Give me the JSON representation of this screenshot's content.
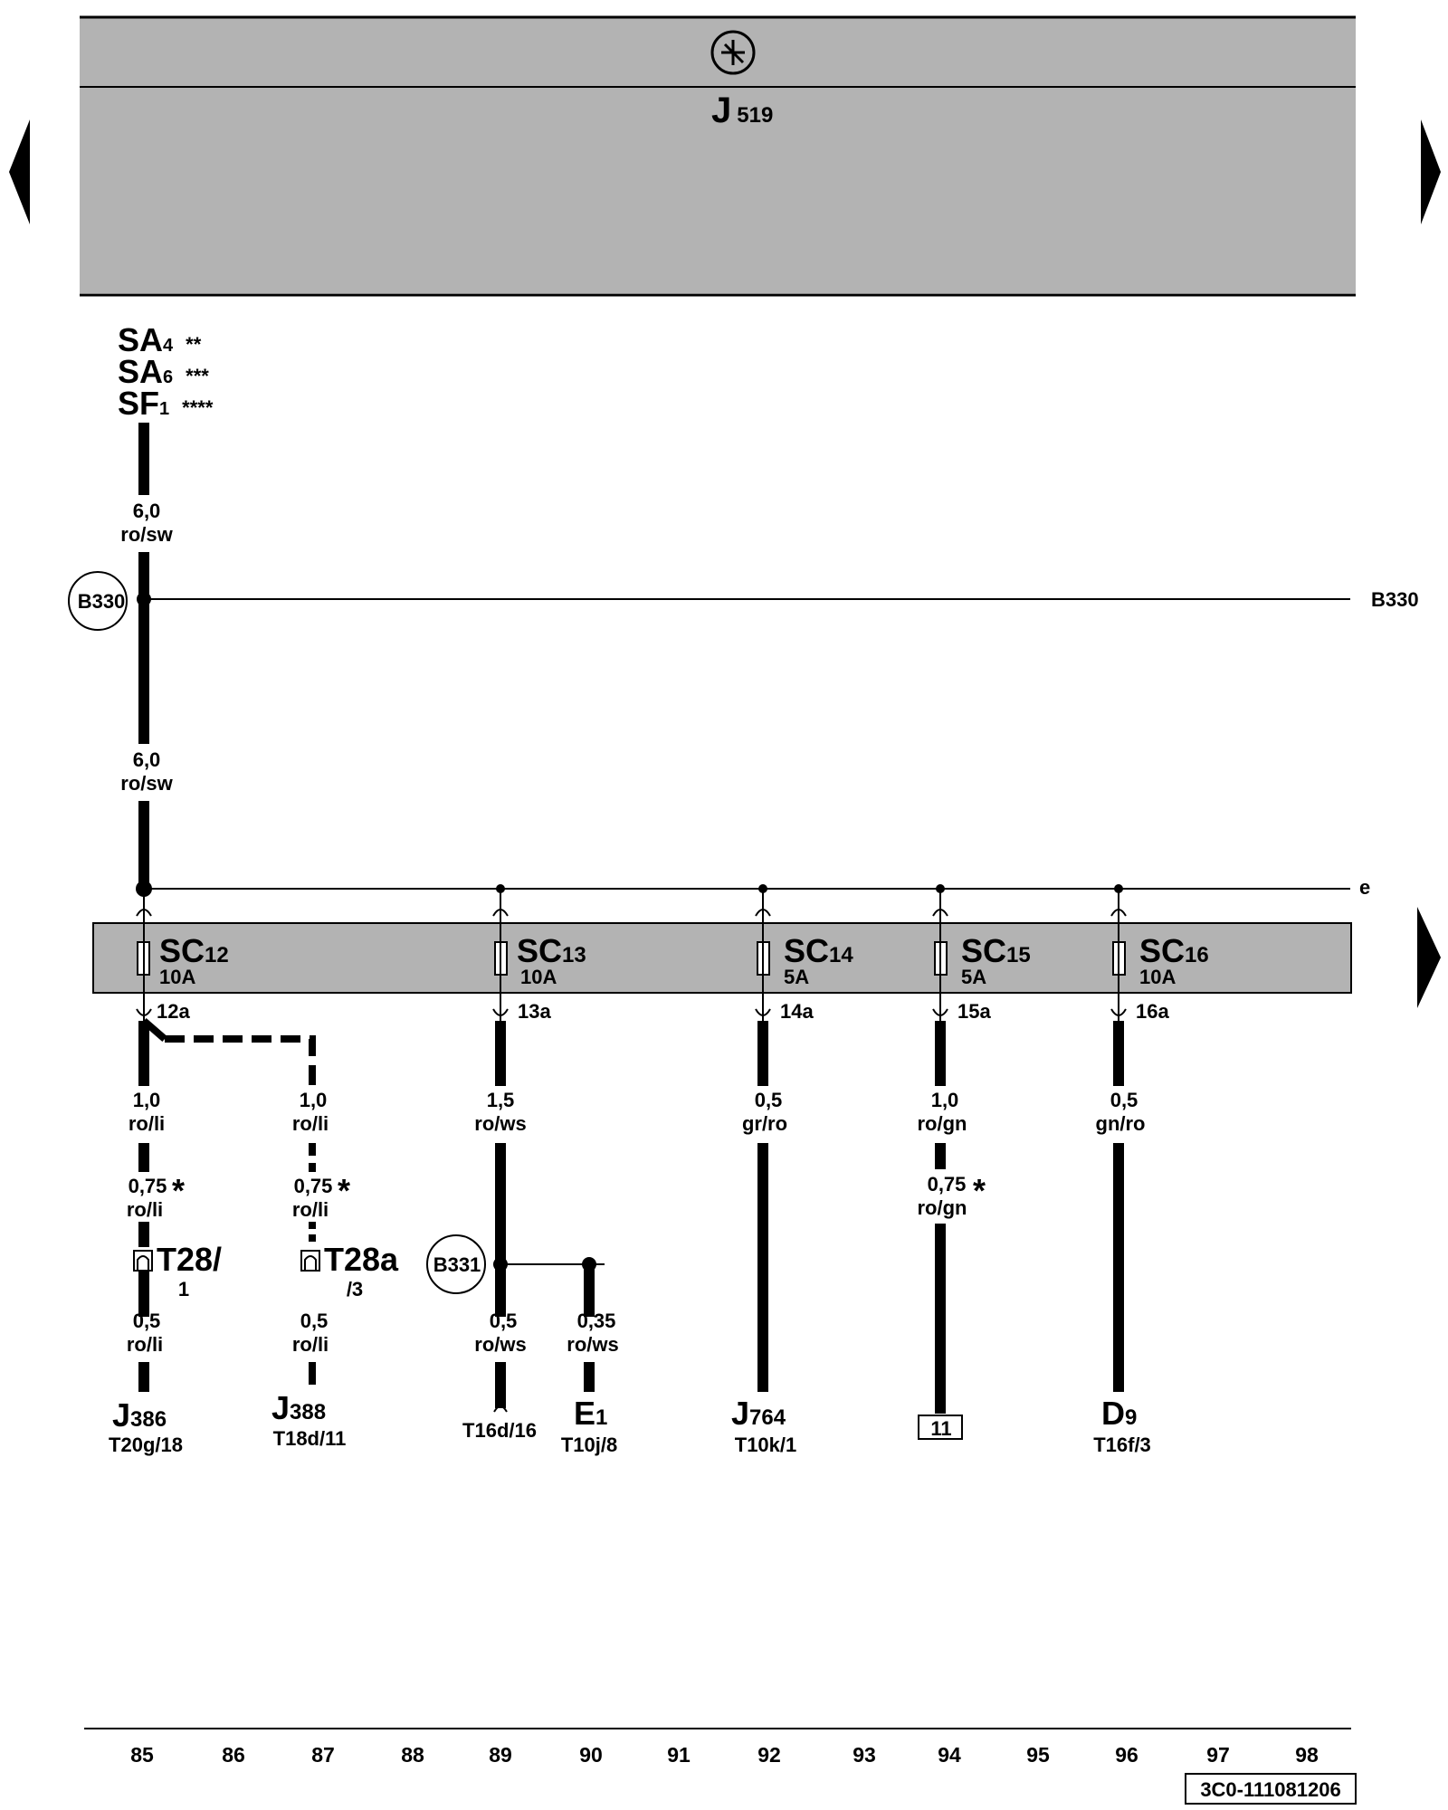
{
  "top_unit": {
    "id_main": "J",
    "id_sub": "519",
    "icon": "cursor-symbol-icon"
  },
  "supply": {
    "lines": [
      {
        "main": "SA",
        "sub": "4",
        "note": "**"
      },
      {
        "main": "SA",
        "sub": "6",
        "note": "***"
      },
      {
        "main": "SF",
        "sub": "1",
        "note": "****"
      }
    ],
    "wire1": {
      "size": "6,0",
      "color": "ro/sw"
    },
    "wire2": {
      "size": "6,0",
      "color": "ro/sw"
    }
  },
  "junction_b330": {
    "circle_label": "B330",
    "right_label": "B330"
  },
  "bus_label": "e",
  "fuses": [
    {
      "main": "SC",
      "sub": "12",
      "rating": "10A",
      "out": "12a"
    },
    {
      "main": "SC",
      "sub": "13",
      "rating": "10A",
      "out": "13a"
    },
    {
      "main": "SC",
      "sub": "14",
      "rating": "5A",
      "out": "14a"
    },
    {
      "main": "SC",
      "sub": "15",
      "rating": "5A",
      "out": "15a"
    },
    {
      "main": "SC",
      "sub": "16",
      "rating": "10A",
      "out": "16a"
    }
  ],
  "branches": {
    "b1": {
      "w1": [
        "1,0",
        "ro/li"
      ],
      "w2": [
        "0,75",
        "ro/li"
      ],
      "star": "*",
      "conn_main": "T28/",
      "conn_sub": "1",
      "w3": [
        "0,5",
        "ro/li"
      ],
      "dest_main": "J",
      "dest_sub": "386",
      "dest_pin": "T20g/18"
    },
    "b2": {
      "w1": [
        "1,0",
        "ro/li"
      ],
      "w2": [
        "0,75",
        "ro/li"
      ],
      "star": "*",
      "conn_main": "T28a",
      "conn_sub": "/3",
      "w3": [
        "0,5",
        "ro/li"
      ],
      "dest_main": "J",
      "dest_sub": "388",
      "dest_pin": "T18d/11"
    },
    "b3": {
      "w1": [
        "1,5",
        "ro/ws"
      ],
      "junction": "B331",
      "w3a": [
        "0,5",
        "ro/ws"
      ],
      "dest_a": "T16d/16",
      "w3b": [
        "0,35",
        "ro/ws"
      ],
      "dest_b_main": "E",
      "dest_b_sub": "1",
      "dest_b_pin": "T10j/8"
    },
    "b4": {
      "w1": [
        "0,5",
        "gr/ro"
      ],
      "dest_main": "J",
      "dest_sub": "764",
      "dest_pin": "T10k/1"
    },
    "b5": {
      "w1": [
        "1,0",
        "ro/gn"
      ],
      "w2": [
        "0,75",
        "ro/gn"
      ],
      "star": "*",
      "dest_box": "11"
    },
    "b6": {
      "w1": [
        "0,5",
        "gn/ro"
      ],
      "dest_main": "D",
      "dest_sub": "9",
      "dest_pin": "T16f/3"
    }
  },
  "axis_numbers": [
    "85",
    "86",
    "87",
    "88",
    "89",
    "90",
    "91",
    "92",
    "93",
    "94",
    "95",
    "96",
    "97",
    "98"
  ],
  "doc_id": "3C0-111081206"
}
